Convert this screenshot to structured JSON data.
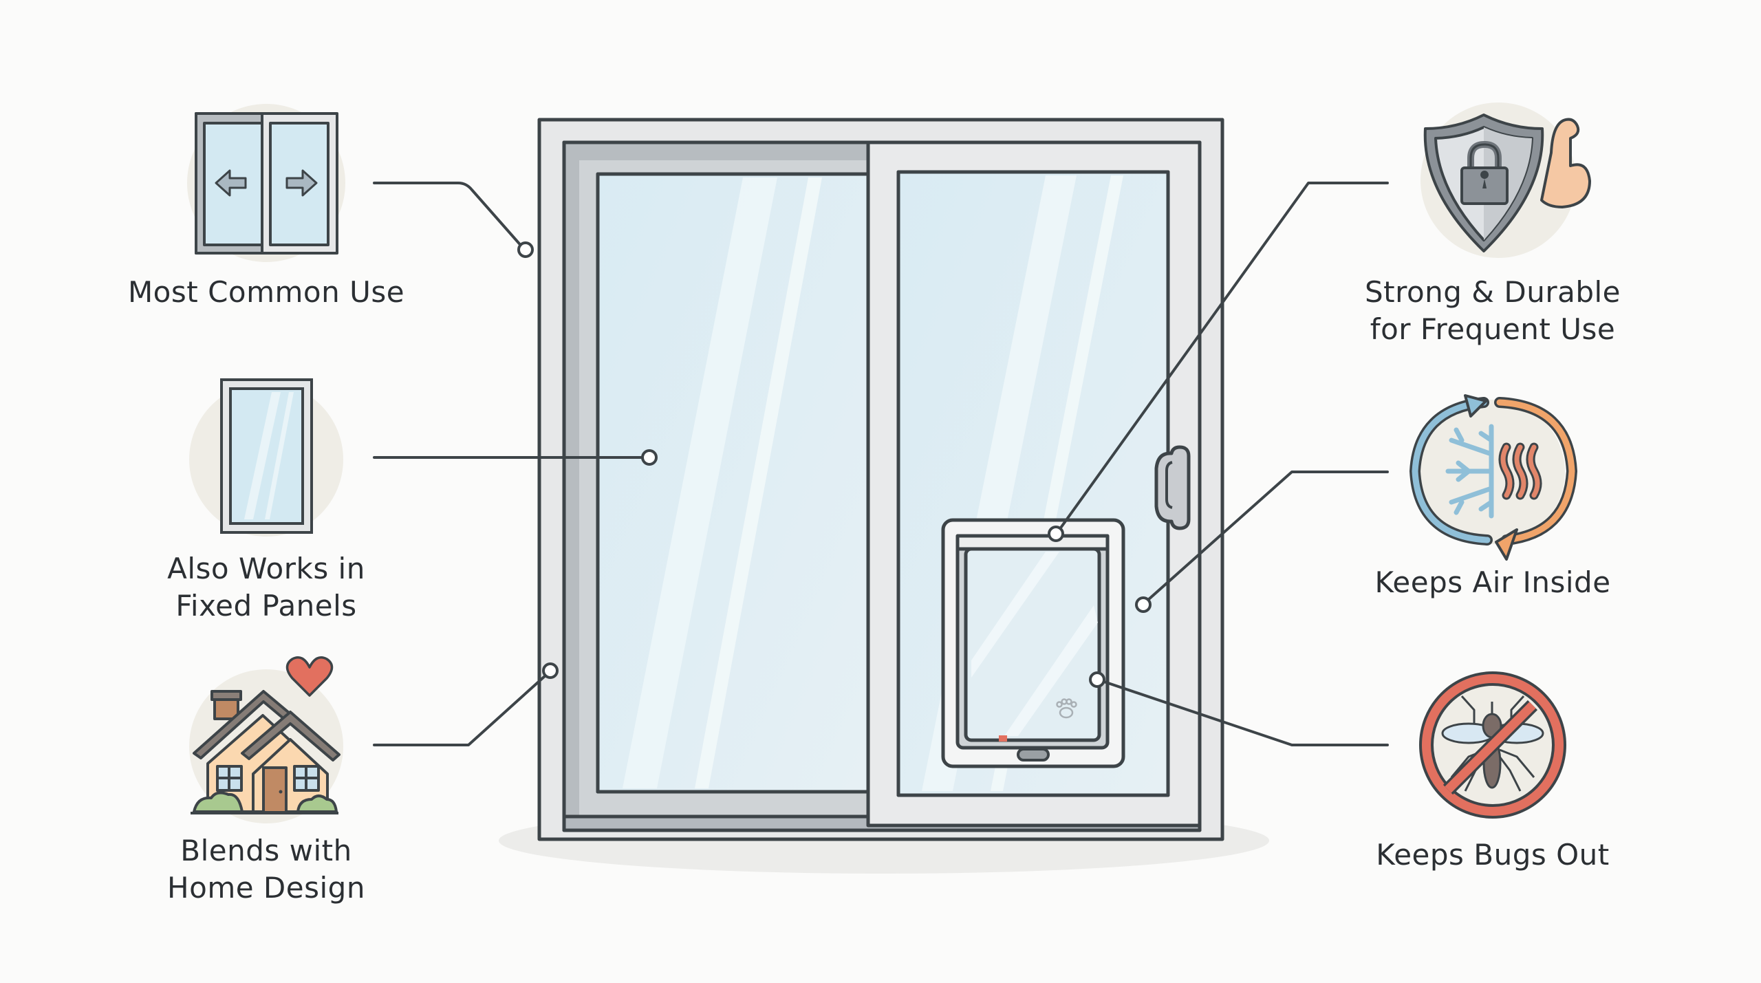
{
  "diagram": {
    "subject": "Sliding glass door with pet door insert",
    "colors": {
      "background": "#fbfbfa",
      "outline": "#3d4448",
      "frame_light": "#e6e7e8",
      "frame_dark": "#b7bcc0",
      "glass": "#dfeef4",
      "icon_circle": "#efede6",
      "accent_red": "#e2705f",
      "accent_orange": "#f0a46a",
      "accent_blue": "#8fbfd8",
      "house_wall": "#fbd8b0",
      "door_brown": "#c08a64",
      "bush_green": "#a8c98f",
      "skin": "#f5c8a4"
    },
    "left_features": [
      {
        "icon": "sliding-door-icon",
        "lines": [
          "Most Common Use"
        ]
      },
      {
        "icon": "fixed-panel-window-icon",
        "lines": [
          "Also Works in",
          "Fixed Panels"
        ]
      },
      {
        "icon": "house-heart-icon",
        "lines": [
          "Blends with",
          "Home Design"
        ]
      }
    ],
    "right_features": [
      {
        "icon": "shield-lock-muscle-icon",
        "lines": [
          "Strong & Durable",
          "for Frequent Use"
        ]
      },
      {
        "icon": "climate-cycle-icon",
        "lines": [
          "Keeps Air Inside"
        ]
      },
      {
        "icon": "no-mosquito-icon",
        "lines": [
          "Keeps Bugs Out"
        ]
      }
    ],
    "door": {
      "handle": "door-handle",
      "pet_door": {
        "emblem": "paw-print-icon"
      }
    }
  }
}
